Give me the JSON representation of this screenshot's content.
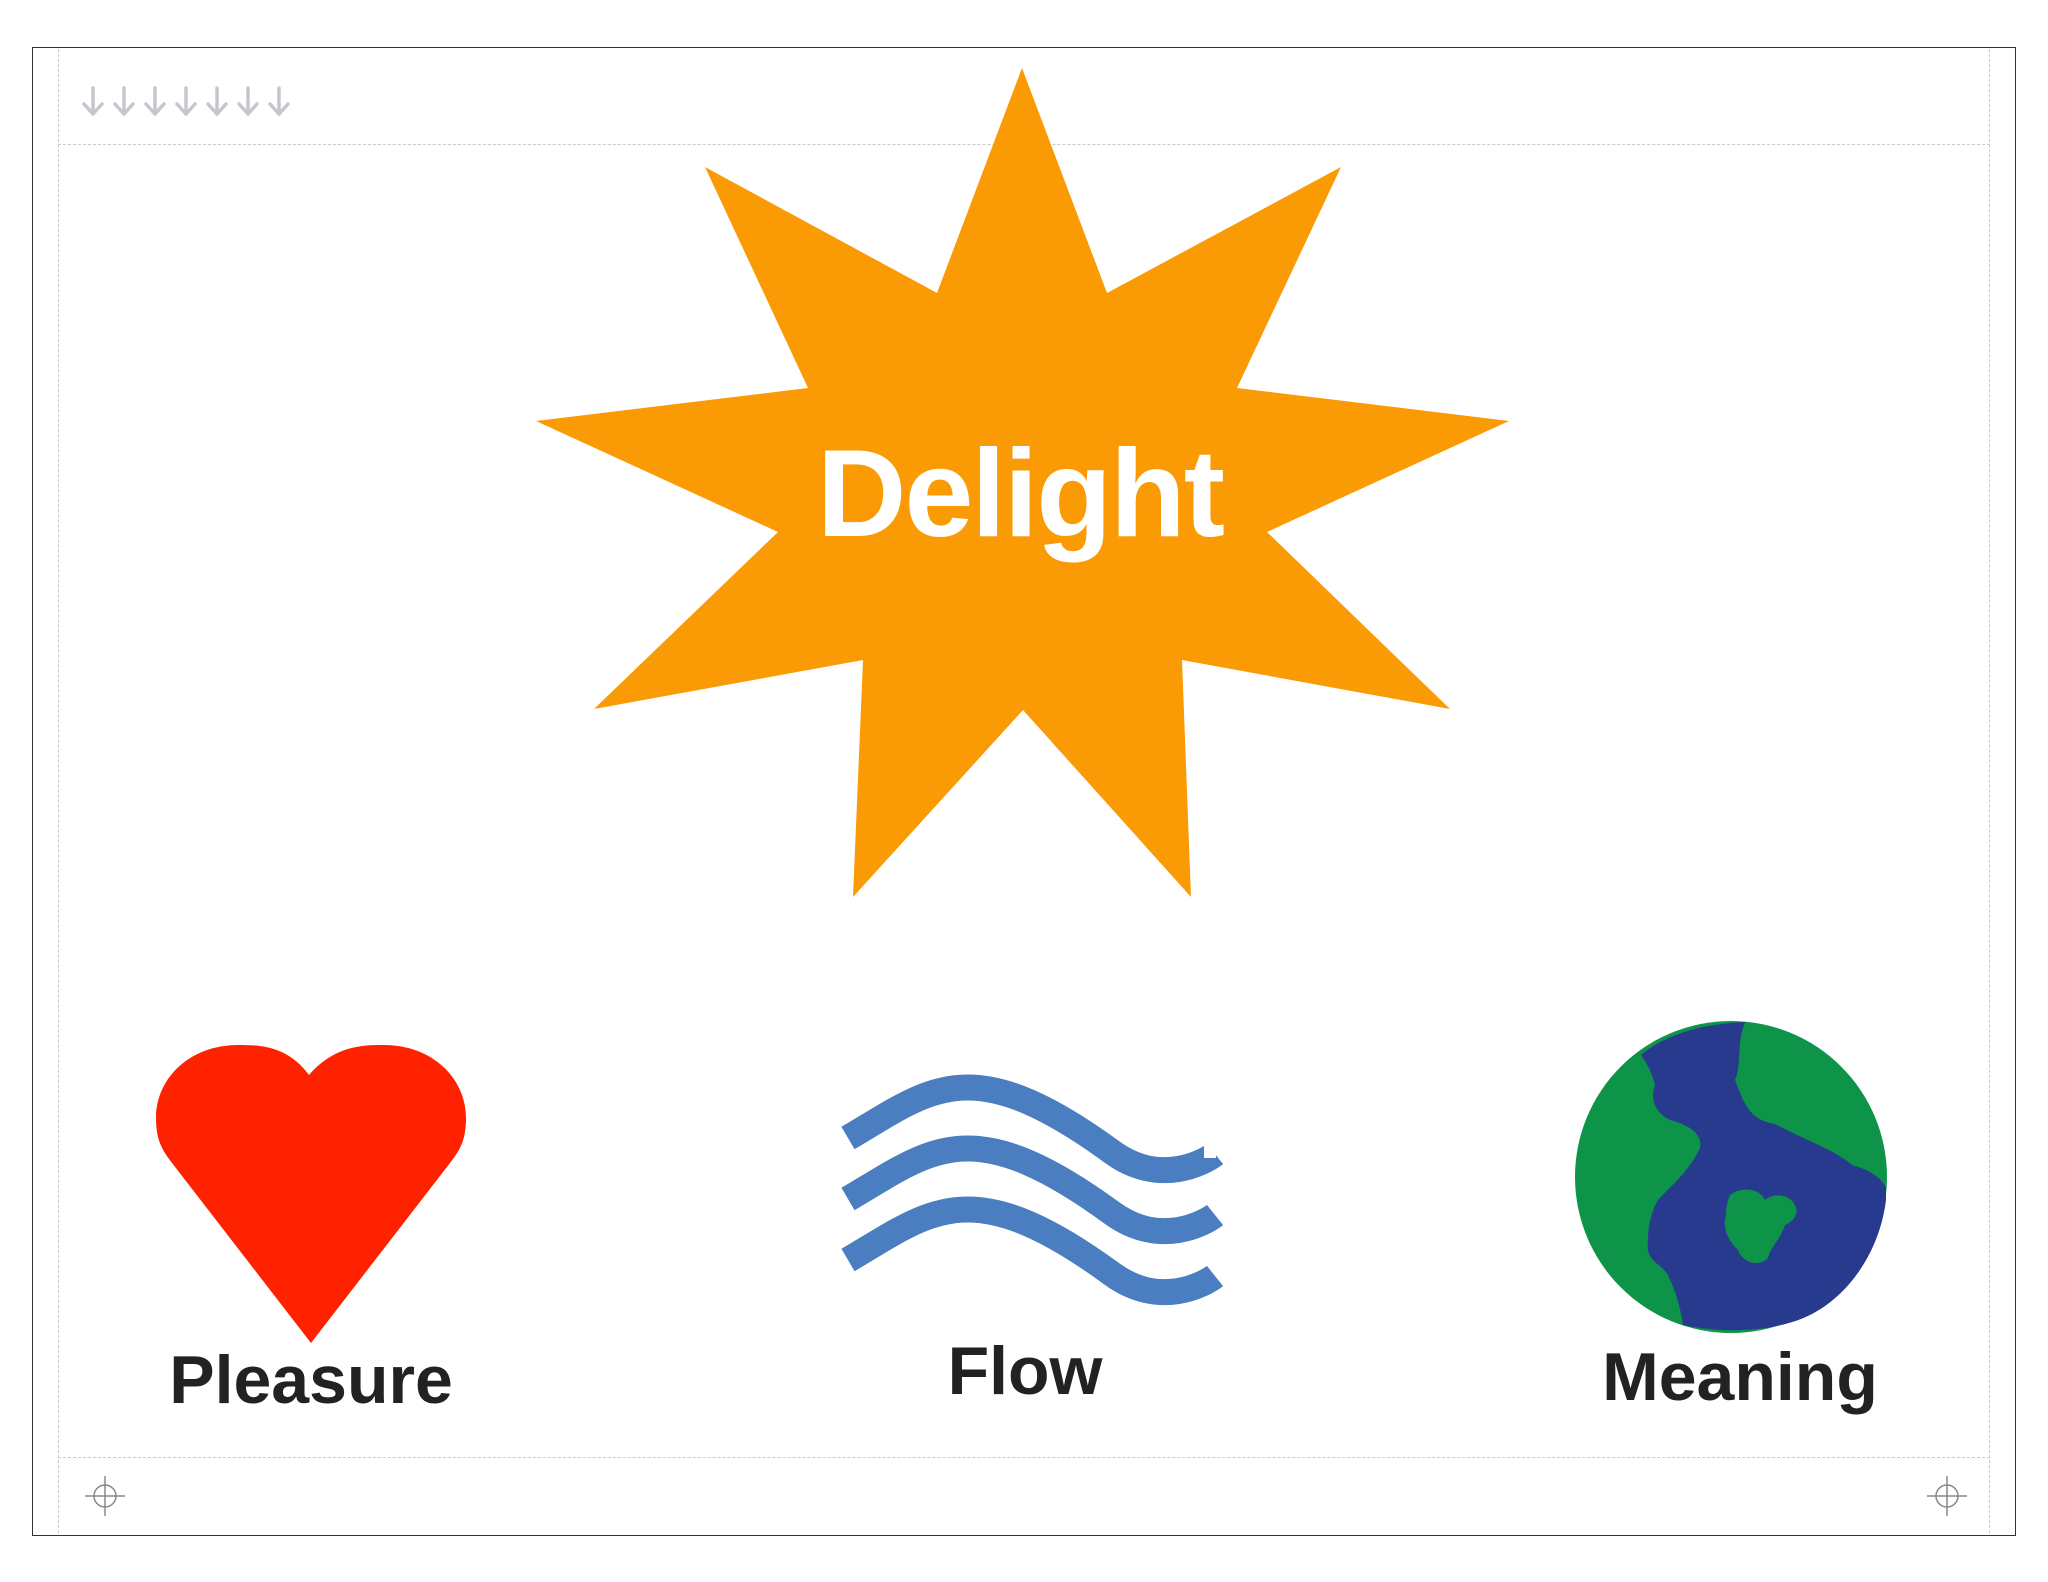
{
  "diagram": {
    "center": {
      "label": "Delight",
      "color": "#FA9A05"
    },
    "items": [
      {
        "label": "Pleasure",
        "icon": "heart-icon",
        "color": "#FF2200"
      },
      {
        "label": "Flow",
        "icon": "waves-icon",
        "color": "#4A7EC0"
      },
      {
        "label": "Meaning",
        "icon": "globe-icon",
        "land_color": "#0D9448",
        "ocean_color": "#273A8D"
      }
    ]
  },
  "page": {
    "markers": {
      "top_arrow_icons": 7,
      "crosshair_icons": 2
    }
  }
}
